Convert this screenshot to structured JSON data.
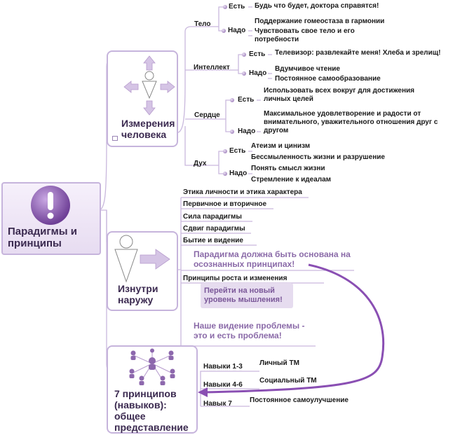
{
  "root": {
    "title": "Парадигмы и принципы"
  },
  "dimensions": {
    "title": "Измерения человека",
    "groups": {
      "body": {
        "label": "Тело",
        "is_label": "Есть",
        "is_items": [
          "Будь что будет, доктора справятся!"
        ],
        "need_label": "Надо",
        "need_items": [
          "Поддержание гомеостаза в гармонии",
          "Чувствовать свое тело и его потребности"
        ]
      },
      "intellect": {
        "label": "Интеллект",
        "is_label": "Есть",
        "is_items": [
          "Телевизор: развлекайте меня! Хлеба и зрелищ!"
        ],
        "need_label": "Надо",
        "need_items": [
          "Вдумчивое чтение",
          "Постоянное самообразование"
        ]
      },
      "heart": {
        "label": "Сердце",
        "is_label": "Есть",
        "is_items": [
          "Использовать всех вокруг для достижения личных целей"
        ],
        "need_label": "Надо",
        "need_items": [
          "Максимальное удовлетворение и радости от внимательного, уважительного отношения друг с другом"
        ]
      },
      "spirit": {
        "label": "Дух",
        "is_label": "Есть",
        "is_items": [
          "Атеизм и цинизм",
          "Бессмыленность жизни и разрушение"
        ],
        "need_label": "Надо",
        "need_items": [
          "Понять смысл жизни",
          "Стремление к идеалам"
        ]
      }
    }
  },
  "inside_out": {
    "title": "Изнутри наружу",
    "items": [
      "Этика личности и этика характера",
      "Первичное и вторичное",
      "Сила парадигмы",
      "Сдвиг парадигмы",
      "Бытие и видение",
      "Парадигма должна быть основана на осознанных принципах!",
      "Принципы роста и изменения",
      "Перейти на новый уровень мышления!",
      "Наше видение проблемы - это и есть проблема!"
    ]
  },
  "principles": {
    "title": "7 принципов (навыков): общее представление",
    "skills": [
      {
        "label": "Навыки 1-3",
        "value": "Личный ТМ"
      },
      {
        "label": "Навыки 4-6",
        "value": "Социальный ТМ"
      },
      {
        "label": "Навык 7",
        "value": "Постоянное самоулучшение"
      }
    ]
  },
  "colors": {
    "accent": "#8d68ad",
    "border": "#c6b4dc",
    "callout": "#e6dcef",
    "text_light": "#8a6aa8"
  }
}
